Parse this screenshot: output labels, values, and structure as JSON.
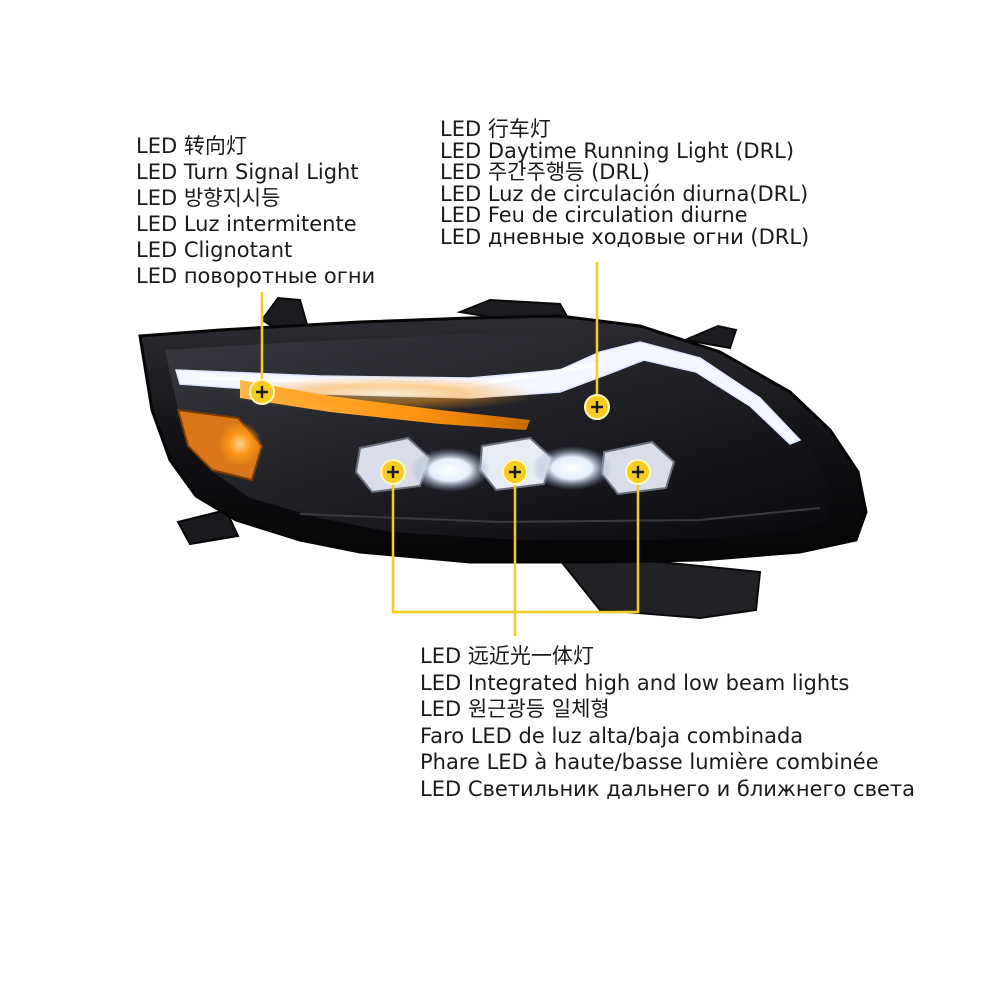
{
  "colors": {
    "callout": "#f5cc1f",
    "turn_amber": "#ff9a14",
    "drl_white": "#f4f7ff",
    "housing": "#16161a",
    "text": "#1a1a1a"
  },
  "callouts": {
    "turn_signal": {
      "lines": [
        "LED 转向灯",
        "LED Turn Signal Light",
        "LED 방향지시등",
        "LED Luz intermitente",
        "LED Clignotant",
        "LED поворотные огни"
      ]
    },
    "drl": {
      "lines": [
        "LED 行车灯",
        "LED Daytime Running Light (DRL)",
        "LED 주간주행등 (DRL)",
        "LED Luz de circulación diurna(DRL)",
        "LED Feu de circulation diurne",
        "LED дневные ходовые огни (DRL)"
      ]
    },
    "beam": {
      "lines": [
        "LED 远近光一体灯",
        "LED Integrated high and low beam lights",
        "LED 원근광등 일체형",
        "Faro LED de luz alta/baja combinada",
        "Phare LED à haute/basse lumière combinée",
        "LED Светильник дальнего и ближнего света"
      ]
    }
  },
  "icons": {
    "marker": "plus-marker-icon"
  }
}
